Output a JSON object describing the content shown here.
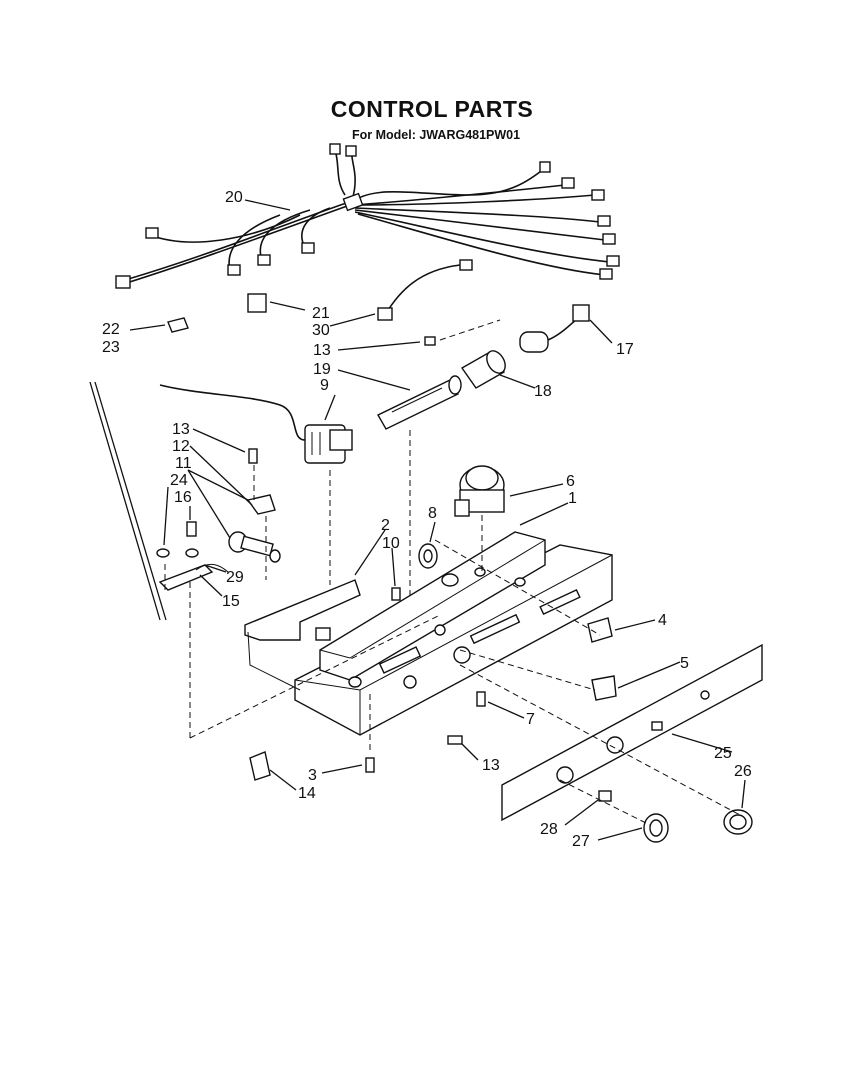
{
  "title": "CONTROL PARTS",
  "subtitle": "For Model: JWARG481PW01",
  "callouts": [
    {
      "id": "c20",
      "text": "20"
    },
    {
      "id": "c21",
      "text": "21"
    },
    {
      "id": "c30",
      "text": "30"
    },
    {
      "id": "c22",
      "text": "22"
    },
    {
      "id": "c23",
      "text": "23"
    },
    {
      "id": "c13a",
      "text": "13"
    },
    {
      "id": "c19",
      "text": "19"
    },
    {
      "id": "c9",
      "text": "9"
    },
    {
      "id": "c17",
      "text": "17"
    },
    {
      "id": "c18",
      "text": "18"
    },
    {
      "id": "c13b",
      "text": "13"
    },
    {
      "id": "c12",
      "text": "12"
    },
    {
      "id": "c11",
      "text": "11"
    },
    {
      "id": "c24",
      "text": "24"
    },
    {
      "id": "c16",
      "text": "16"
    },
    {
      "id": "c6",
      "text": "6"
    },
    {
      "id": "c1",
      "text": "1"
    },
    {
      "id": "c8",
      "text": "8"
    },
    {
      "id": "c2",
      "text": "2"
    },
    {
      "id": "c10",
      "text": "10"
    },
    {
      "id": "c29",
      "text": "29"
    },
    {
      "id": "c15",
      "text": "15"
    },
    {
      "id": "c4",
      "text": "4"
    },
    {
      "id": "c5",
      "text": "5"
    },
    {
      "id": "c7",
      "text": "7"
    },
    {
      "id": "c13c",
      "text": "13"
    },
    {
      "id": "c3",
      "text": "3"
    },
    {
      "id": "c14",
      "text": "14"
    },
    {
      "id": "c25",
      "text": "25"
    },
    {
      "id": "c26",
      "text": "26"
    },
    {
      "id": "c28",
      "text": "28"
    },
    {
      "id": "c27",
      "text": "27"
    }
  ]
}
